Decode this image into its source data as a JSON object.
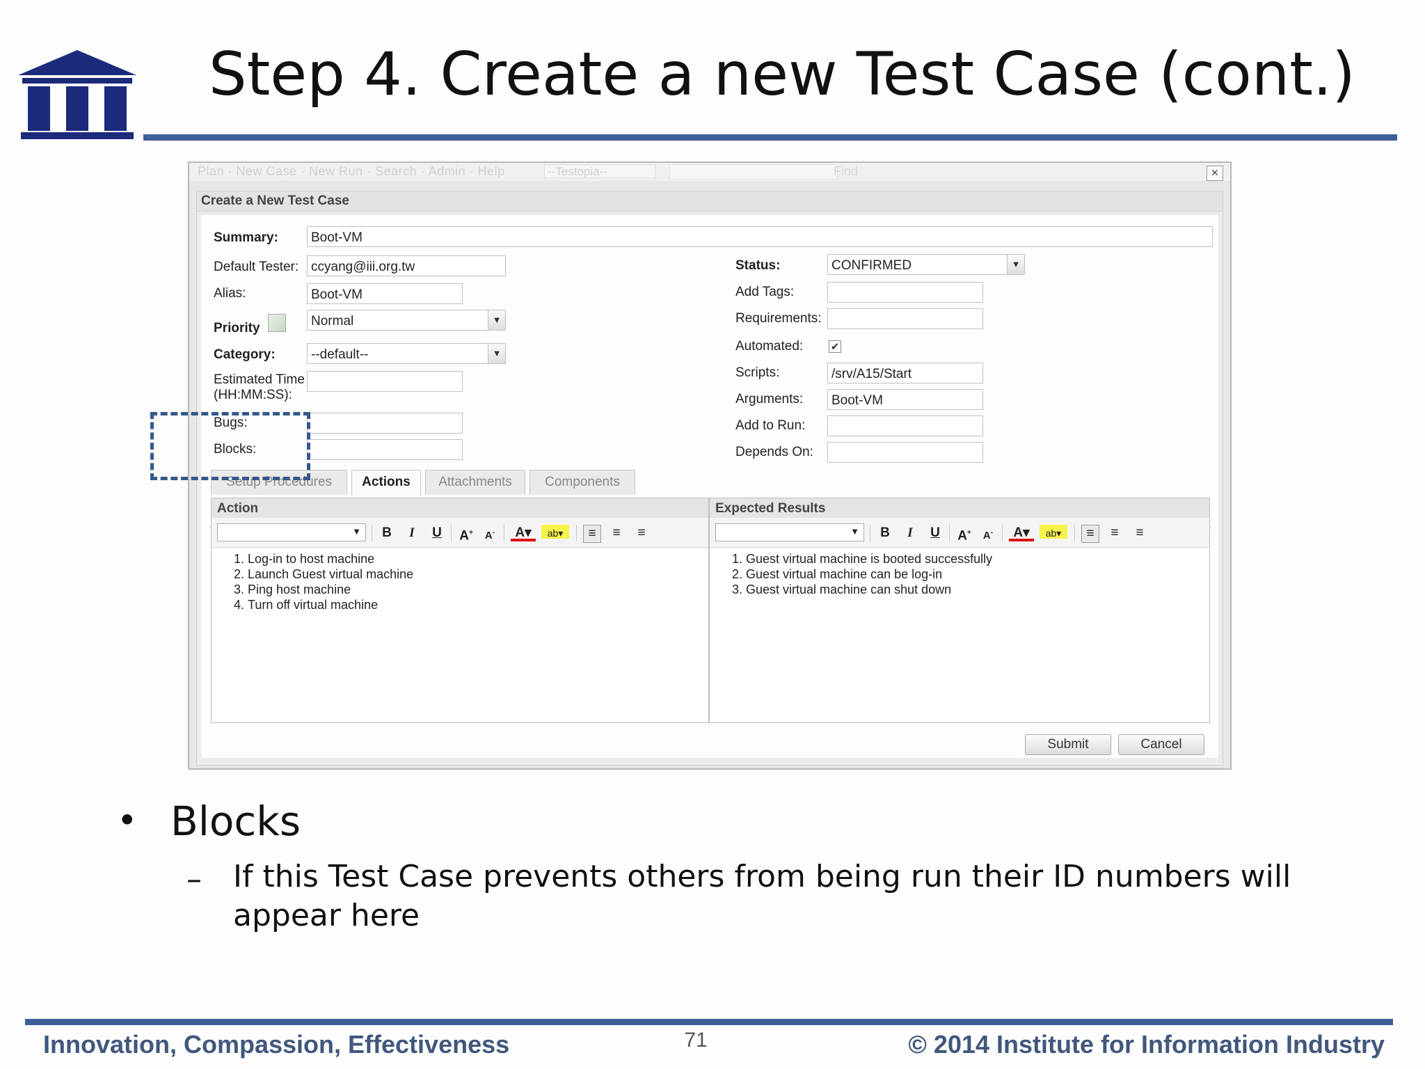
{
  "slide": {
    "title": "Step 4. Create a new Test Case (cont.)",
    "bullet": "Blocks",
    "sub_bullet": "If this Test Case prevents others from being run their ID numbers will appear here",
    "page_number": "71",
    "footer_left": "Innovation, Compassion, Effectiveness",
    "footer_right": "2014 Institute for Information Industry",
    "accent_color": "#3b5f96",
    "logo_color": "#1b2a7a"
  },
  "app": {
    "nav": "Plan · New Case · New Run · Search · Admin · Help",
    "product_select": "--Testopia--",
    "find_label": "Find",
    "panel_title": "Create a New Test Case"
  },
  "form": {
    "summary": {
      "label": "Summary:",
      "value": "Boot-VM"
    },
    "default_tester": {
      "label": "Default Tester:",
      "value": "ccyang@iii.org.tw"
    },
    "alias": {
      "label": "Alias:",
      "value": "Boot-VM"
    },
    "priority": {
      "label": "Priority",
      "value": "Normal"
    },
    "category": {
      "label": "Category:",
      "value": "--default--"
    },
    "estimated_time": {
      "label": "Estimated Time",
      "label2": "(HH:MM:SS):",
      "value": ""
    },
    "bugs": {
      "label": "Bugs:",
      "value": ""
    },
    "blocks": {
      "label": "Blocks:",
      "value": ""
    },
    "status": {
      "label": "Status:",
      "value": "CONFIRMED"
    },
    "add_tags": {
      "label": "Add Tags:",
      "value": ""
    },
    "requirements": {
      "label": "Requirements:",
      "value": ""
    },
    "automated": {
      "label": "Automated:",
      "checked": true
    },
    "scripts": {
      "label": "Scripts:",
      "value": "/srv/A15/Start"
    },
    "arguments": {
      "label": "Arguments:",
      "value": "Boot-VM"
    },
    "add_to_run": {
      "label": "Add to Run:",
      "value": ""
    },
    "depends_on": {
      "label": "Depends On:",
      "value": ""
    }
  },
  "tabs": [
    "Setup Procedures",
    "Actions",
    "Attachments",
    "Components"
  ],
  "editors": {
    "action": {
      "title": "Action",
      "items": [
        "Log-in to host machine",
        "Launch Guest virtual machine",
        "Ping host machine",
        "Turn off virtual machine"
      ]
    },
    "expected": {
      "title": "Expected Results",
      "items": [
        "Guest virtual machine is booted successfully",
        "Guest virtual machine can be log-in",
        "Guest virtual machine can shut down"
      ]
    }
  },
  "buttons": {
    "submit": "Submit",
    "cancel": "Cancel"
  },
  "icons": [
    "logo-building-icon",
    "close-icon",
    "image-placeholder-icon",
    "checkbox-icon",
    "dropdown-arrow-icon",
    "bold-icon",
    "italic-icon",
    "underline-icon",
    "font-grow-icon",
    "font-shrink-icon",
    "text-color-icon",
    "highlight-color-icon",
    "align-left-icon",
    "align-center-icon",
    "align-right-icon"
  ]
}
